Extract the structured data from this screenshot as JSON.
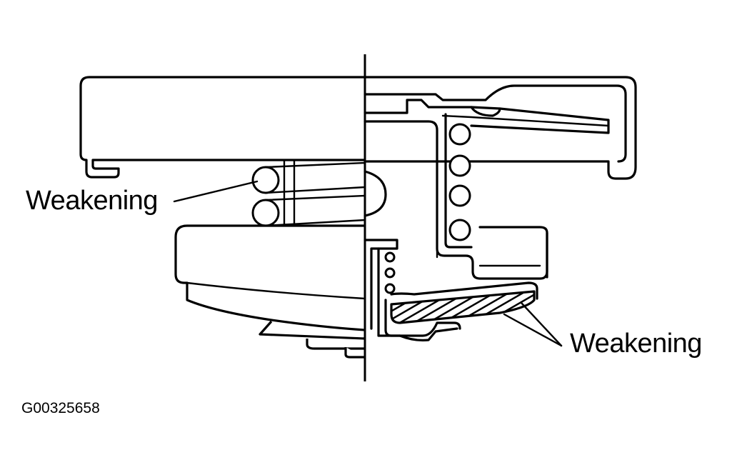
{
  "labels": {
    "left_callout": "Weakening",
    "right_callout": "Weakening"
  },
  "figure_id": "G00325658",
  "colors": {
    "line": "#000000",
    "background": "#ffffff"
  }
}
